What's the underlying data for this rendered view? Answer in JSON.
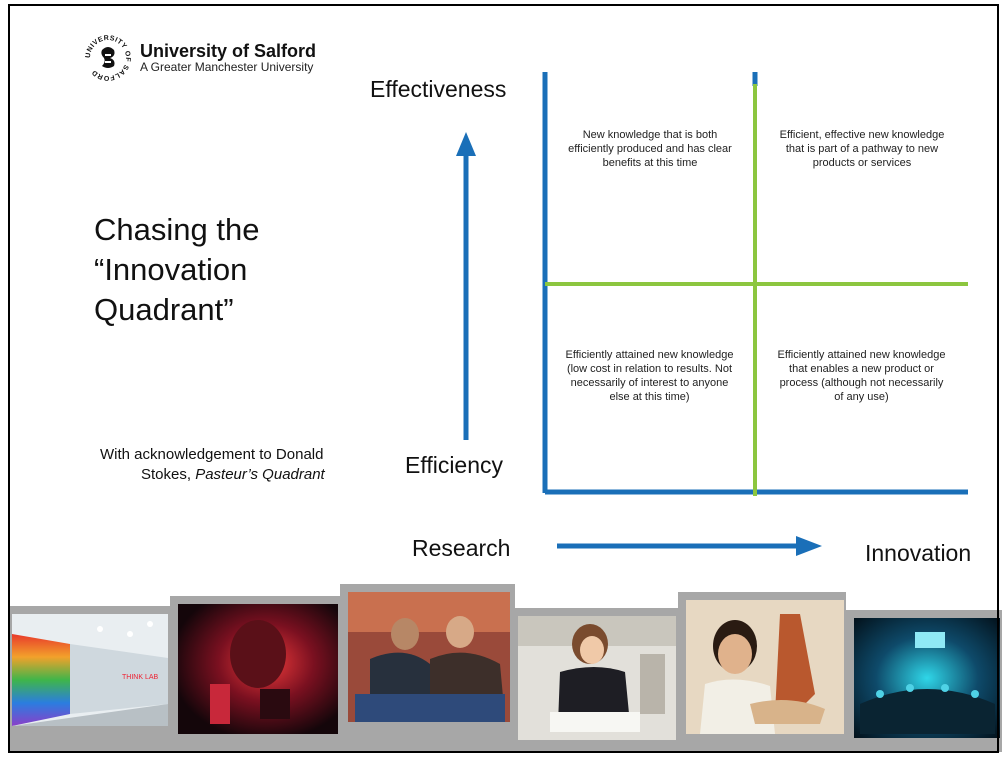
{
  "logo": {
    "name": "University of Salford",
    "subtitle": "A Greater Manchester University",
    "seal_text": "UNIVERSITY OF SALFORD"
  },
  "title_lines": [
    "Chasing the",
    "“Innovation",
    "Quadrant”"
  ],
  "acknowledgement": {
    "line1": "With acknowledgement to Donald",
    "line2_prefix": "Stokes, ",
    "line2_italic": "Pasteur’s Quadrant"
  },
  "axes": {
    "y_top": "Effectiveness",
    "y_bottom": "Efficiency",
    "x_left": "Research",
    "x_right": "Innovation"
  },
  "quadrants": {
    "top_left": "New knowledge that is both efficiently produced and has clear benefits at this time",
    "top_right": "Efficient, effective new knowledge that is part of a pathway to new products or services",
    "bottom_left": "Efficiently attained new knowledge (low cost in relation to results.  Not necessarily of interest to anyone else at this time)",
    "bottom_right": "Efficiently attained new knowledge that enables a new product or process (although not necessarily of any use)"
  },
  "colors": {
    "blue": "#1a6fb8",
    "green": "#8cc63f",
    "photo_frame": "#a7a7a7"
  },
  "photos": [
    "colorful-think-lab-hallway",
    "student-with-red-light",
    "two-students-sitting",
    "student-with-sketchbook",
    "student-holding-model",
    "auditorium-audience"
  ],
  "photo_label": "THINK LAB"
}
